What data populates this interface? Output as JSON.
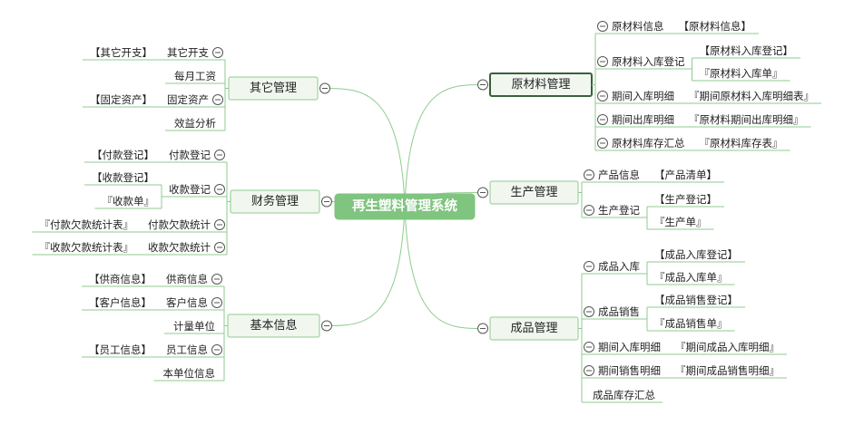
{
  "root": {
    "label": "再生塑料管理系统",
    "color": "#7fc47f"
  },
  "colors": {
    "line": "#8fcb8f",
    "node_fill": "#f1f7ef",
    "node_border": "#8fcb8f",
    "selected_border": "#3a5f3a",
    "toggle": "#555555",
    "text": "#222222"
  },
  "right": [
    {
      "label": "原材料管理",
      "selected": true,
      "children": [
        {
          "label": "原材料信息",
          "children": [
            {
              "label": "【原材料信息】"
            }
          ]
        },
        {
          "label": "原材料入库登记",
          "children": [
            {
              "label": "【原材料入库登记】"
            },
            {
              "label": "『原材料入库单』"
            }
          ]
        },
        {
          "label": "期间入库明细",
          "children": [
            {
              "label": "『期间原材料入库明细表』"
            }
          ]
        },
        {
          "label": "期间出库明细",
          "children": [
            {
              "label": "『原材料期间出库明细』"
            }
          ]
        },
        {
          "label": "原材料库存汇总",
          "children": [
            {
              "label": "『原材料库存表』"
            }
          ]
        }
      ]
    },
    {
      "label": "生产管理",
      "children": [
        {
          "label": "产品信息",
          "children": [
            {
              "label": "【产品清单】"
            }
          ]
        },
        {
          "label": "生产登记",
          "children": [
            {
              "label": "【生产登记】"
            },
            {
              "label": "『生产单』"
            }
          ]
        }
      ]
    },
    {
      "label": "成品管理",
      "children": [
        {
          "label": "成品入库",
          "children": [
            {
              "label": "【成品入库登记】"
            },
            {
              "label": "『成品入库单』"
            }
          ]
        },
        {
          "label": "成品销售",
          "children": [
            {
              "label": "【成品销售登记】"
            },
            {
              "label": "『成品销售单』"
            }
          ]
        },
        {
          "label": "期间入库明细",
          "children": [
            {
              "label": "『期间成品入库明细』"
            }
          ]
        },
        {
          "label": "期间销售明细",
          "children": [
            {
              "label": "『期间成品销售明细』"
            }
          ]
        },
        {
          "label": "成品库存汇总",
          "children": []
        }
      ]
    }
  ],
  "left": [
    {
      "label": "其它管理",
      "children": [
        {
          "label": "其它开支",
          "children": [
            {
              "label": "【其它开支】"
            }
          ]
        },
        {
          "label": "每月工资",
          "children": []
        },
        {
          "label": "固定资产",
          "children": [
            {
              "label": "【固定资产】"
            }
          ]
        },
        {
          "label": "效益分析",
          "children": []
        }
      ]
    },
    {
      "label": "财务管理",
      "children": [
        {
          "label": "付款登记",
          "children": [
            {
              "label": "【付款登记】"
            }
          ]
        },
        {
          "label": "收款登记",
          "children": [
            {
              "label": "【收款登记】"
            },
            {
              "label": "『收款单』"
            }
          ]
        },
        {
          "label": "付款欠款统计",
          "children": [
            {
              "label": "『付款欠款统计表』"
            }
          ]
        },
        {
          "label": "收款欠款统计",
          "children": [
            {
              "label": "『收款欠款统计表』"
            }
          ]
        }
      ]
    },
    {
      "label": "基本信息",
      "children": [
        {
          "label": "供商信息",
          "children": [
            {
              "label": "【供商信息】"
            }
          ]
        },
        {
          "label": "客户信息",
          "children": [
            {
              "label": "【客户信息】"
            }
          ]
        },
        {
          "label": "计量单位",
          "children": []
        },
        {
          "label": "员工信息",
          "children": [
            {
              "label": "【员工信息】"
            }
          ]
        },
        {
          "label": "本单位信息",
          "children": []
        }
      ]
    }
  ]
}
